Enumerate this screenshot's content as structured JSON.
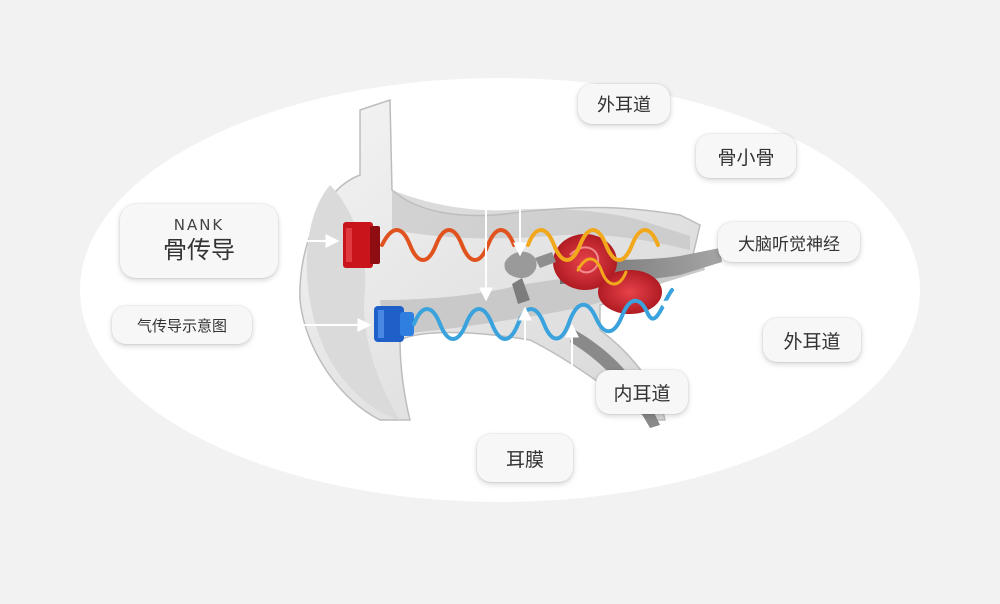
{
  "labels": {
    "bone_brand": "NANK",
    "bone_title": "骨传导",
    "air": "气传导示意图",
    "outer_ear_canal_top": "外耳道",
    "ossicles": "骨小骨",
    "auditory_nerve": "大脑听觉神经",
    "outer_ear_canal_right": "外耳道",
    "inner_ear_canal": "内耳道",
    "eardrum": "耳膜"
  },
  "colors": {
    "background": "#f2f2f2",
    "ellipse": "#ffffff",
    "bone_wave": "#e0531f",
    "bone_wave_inner": "#f2a81d",
    "air_wave": "#3aa2dc",
    "transducer_red": "#c9141b",
    "transducer_blue": "#1e5fc8",
    "cochlea_red": "#d4202a",
    "ear_skin": "#e8e8e8",
    "ear_canal": "#8a8a8a",
    "leader_line": "#ffffff"
  },
  "icons": {
    "bone_transducer": "bone-conduction-transducer-icon",
    "air_transducer": "air-conduction-earphone-icon",
    "cochlea": "cochlea-icon"
  }
}
